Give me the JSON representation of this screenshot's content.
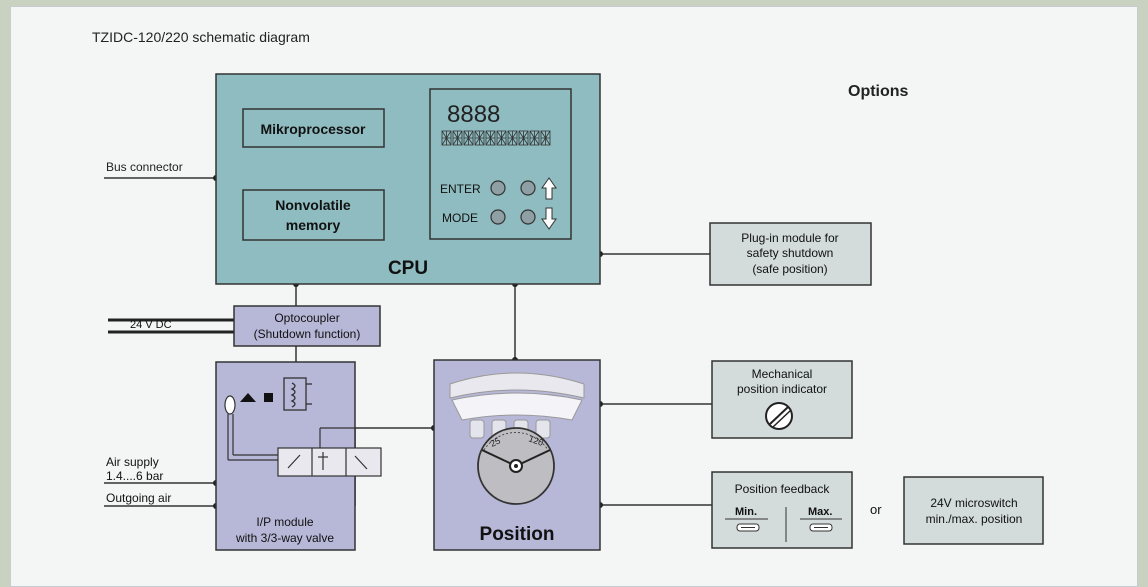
{
  "title": "TZIDC-120/220 schematic diagram",
  "options_label": "Options",
  "cpu": {
    "label": "CPU",
    "microprocessor": "Mikroprocessor",
    "memory_line1": "Nonvolatile",
    "memory_line2": "memory",
    "display_digits": "8888",
    "enter_label": "ENTER",
    "mode_label": "MODE"
  },
  "bus_connector": "Bus connector",
  "power_label": "24 V DC",
  "optocoupler": {
    "line1": "Optocoupler",
    "line2": "(Shutdown function)"
  },
  "ip_module": {
    "line1": "I/P module",
    "line2": "with 3/3-way valve"
  },
  "air_supply": {
    "line1": "Air supply",
    "line2": "1.4....6 bar"
  },
  "outgoing_air": "Outgoing air",
  "position": {
    "label": "Position",
    "scale_low": "25",
    "scale_high": "120"
  },
  "plugin_module": {
    "line1": "Plug-in module for",
    "line2": "safety shutdown",
    "line3": "(safe position)"
  },
  "mech_indicator": {
    "line1": "Mechanical",
    "line2": "position indicator"
  },
  "position_feedback": {
    "label": "Position feedback",
    "min": "Min.",
    "max": "Max."
  },
  "or_label": "or",
  "microswitch": {
    "line1": "24V microswitch",
    "line2": "min./max. position"
  },
  "colors": {
    "cpu_fill": "#8fbcc0",
    "module_fill": "#b7b7d8",
    "option_fill": "#d3dbdb",
    "border": "#333333"
  }
}
